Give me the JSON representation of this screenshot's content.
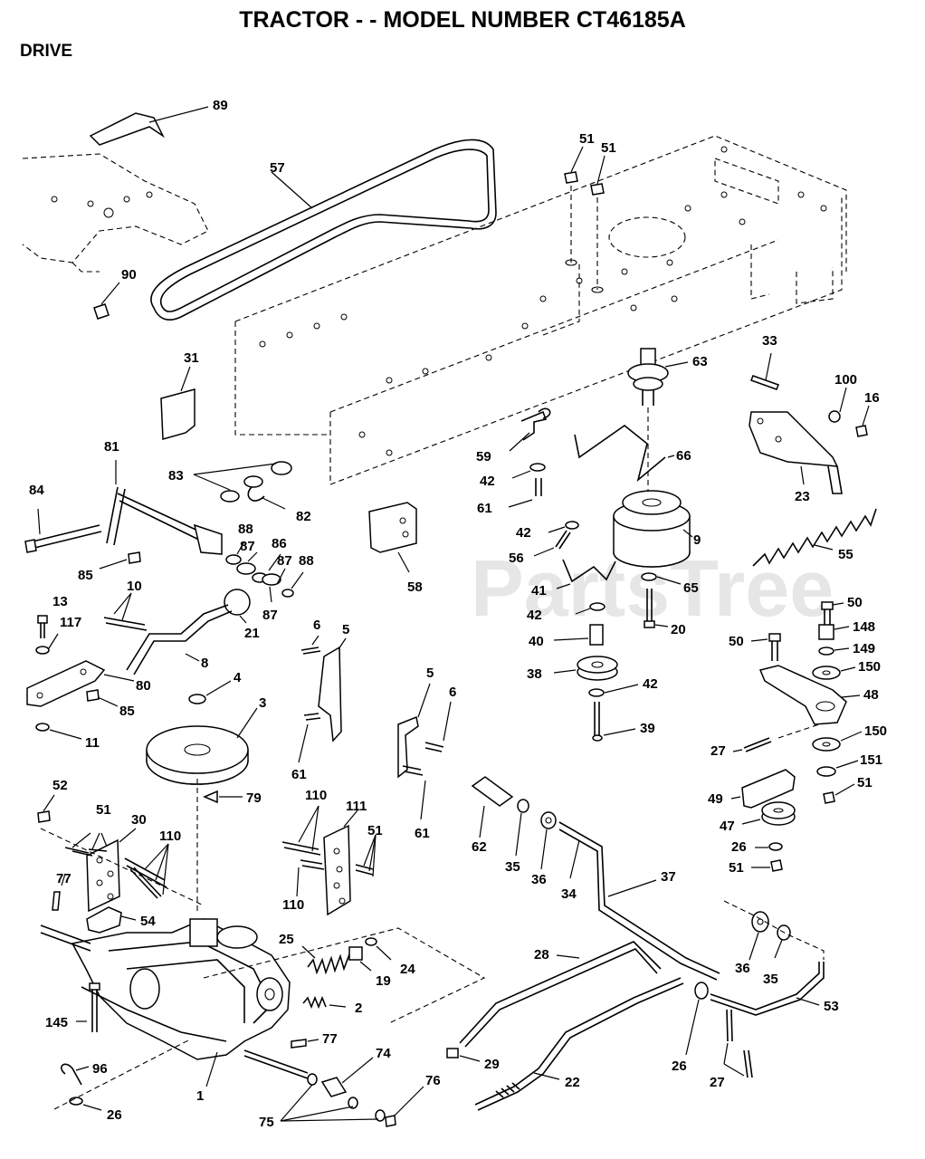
{
  "header": {
    "title": "TRACTOR - - MODEL NUMBER CT46185A",
    "section": "DRIVE"
  },
  "watermark": "PartsTree",
  "callouts": {
    "c89": "89",
    "c57": "57",
    "c90": "90",
    "c31": "31",
    "c51a": "51",
    "c51b": "51",
    "c63": "63",
    "c33": "33",
    "c100": "100",
    "c16": "16",
    "c81": "81",
    "c84": "84",
    "c83": "83",
    "c82": "82",
    "c85a": "85",
    "c88a": "88",
    "c87a": "87",
    "c86": "86",
    "c87b": "87",
    "c88b": "88",
    "c87c": "87",
    "c21": "21",
    "c10": "10",
    "c13": "13",
    "c117": "117",
    "c8": "8",
    "c80": "80",
    "c85b": "85",
    "c11": "11",
    "c4": "4",
    "c3": "3",
    "c79": "79",
    "c6a": "6",
    "c5a": "5",
    "c61a": "61",
    "c5b": "5",
    "c6b": "6",
    "c61b": "61",
    "c58": "58",
    "c59": "59",
    "c42a": "42",
    "c61c": "61",
    "c42b": "42",
    "c56": "56",
    "c41": "41",
    "c42c": "42",
    "c40": "40",
    "c38": "38",
    "c42d": "42",
    "c39": "39",
    "c66": "66",
    "c9": "9",
    "c65": "65",
    "c20": "20",
    "c23": "23",
    "c55": "55",
    "c50a": "50",
    "c148": "148",
    "c149": "149",
    "c50b": "50",
    "c150a": "150",
    "c48": "48",
    "c27a": "27",
    "c150b": "150",
    "c151": "151",
    "c51c": "51",
    "c49": "49",
    "c47": "47",
    "c26a": "26",
    "c51d": "51",
    "c52": "52",
    "c51e": "51",
    "c30": "30",
    "c110a": "110",
    "c77a": "77",
    "c54": "54",
    "c110b": "110",
    "c111": "111",
    "c51f": "51",
    "c110c": "110",
    "c62": "62",
    "c35a": "35",
    "c36a": "36",
    "c34": "34",
    "c37": "37",
    "c25": "25",
    "c19": "19",
    "c24": "24",
    "c2": "2",
    "c77b": "77",
    "c145": "145",
    "c28": "28",
    "c36b": "36",
    "c35b": "35",
    "c53": "53",
    "c29": "29",
    "c22": "22",
    "c26b": "26",
    "c27b": "27",
    "c1": "1",
    "c96": "96",
    "c26c": "26",
    "c74": "74",
    "c76": "76",
    "c75": "75"
  }
}
